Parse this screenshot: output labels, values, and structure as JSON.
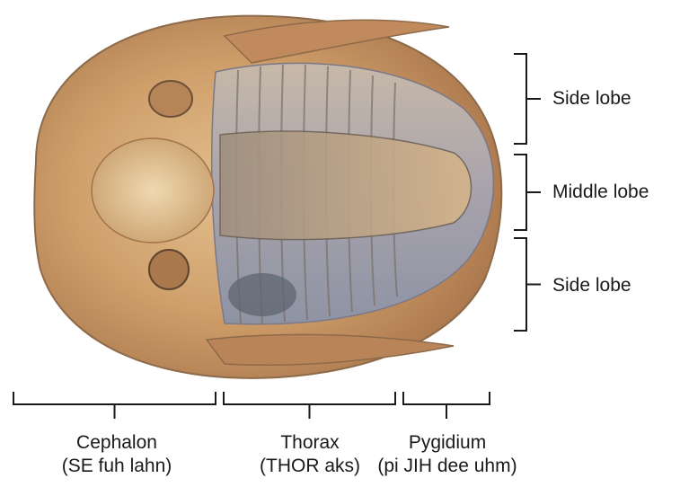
{
  "colors": {
    "fossil_body": "#c79a66",
    "fossil_dark": "#8c6a4a",
    "shell_edge": "#d6a97a",
    "thorax_blue": "#9aa2b4",
    "bracket": "#1a1a1a"
  },
  "figure": {
    "subject": "trilobite fossil"
  },
  "side_labels": {
    "top": "Side lobe",
    "middle": "Middle lobe",
    "bottom": "Side lobe"
  },
  "bottom_labels": {
    "cephalon": {
      "name": "Cephalon",
      "pronunciation": "(SE fuh lahn)"
    },
    "thorax": {
      "name": "Thorax",
      "pronunciation": "(THOR aks)"
    },
    "pygidium": {
      "name": "Pygidium",
      "pronunciation": "(pi JIH dee uhm)"
    }
  }
}
